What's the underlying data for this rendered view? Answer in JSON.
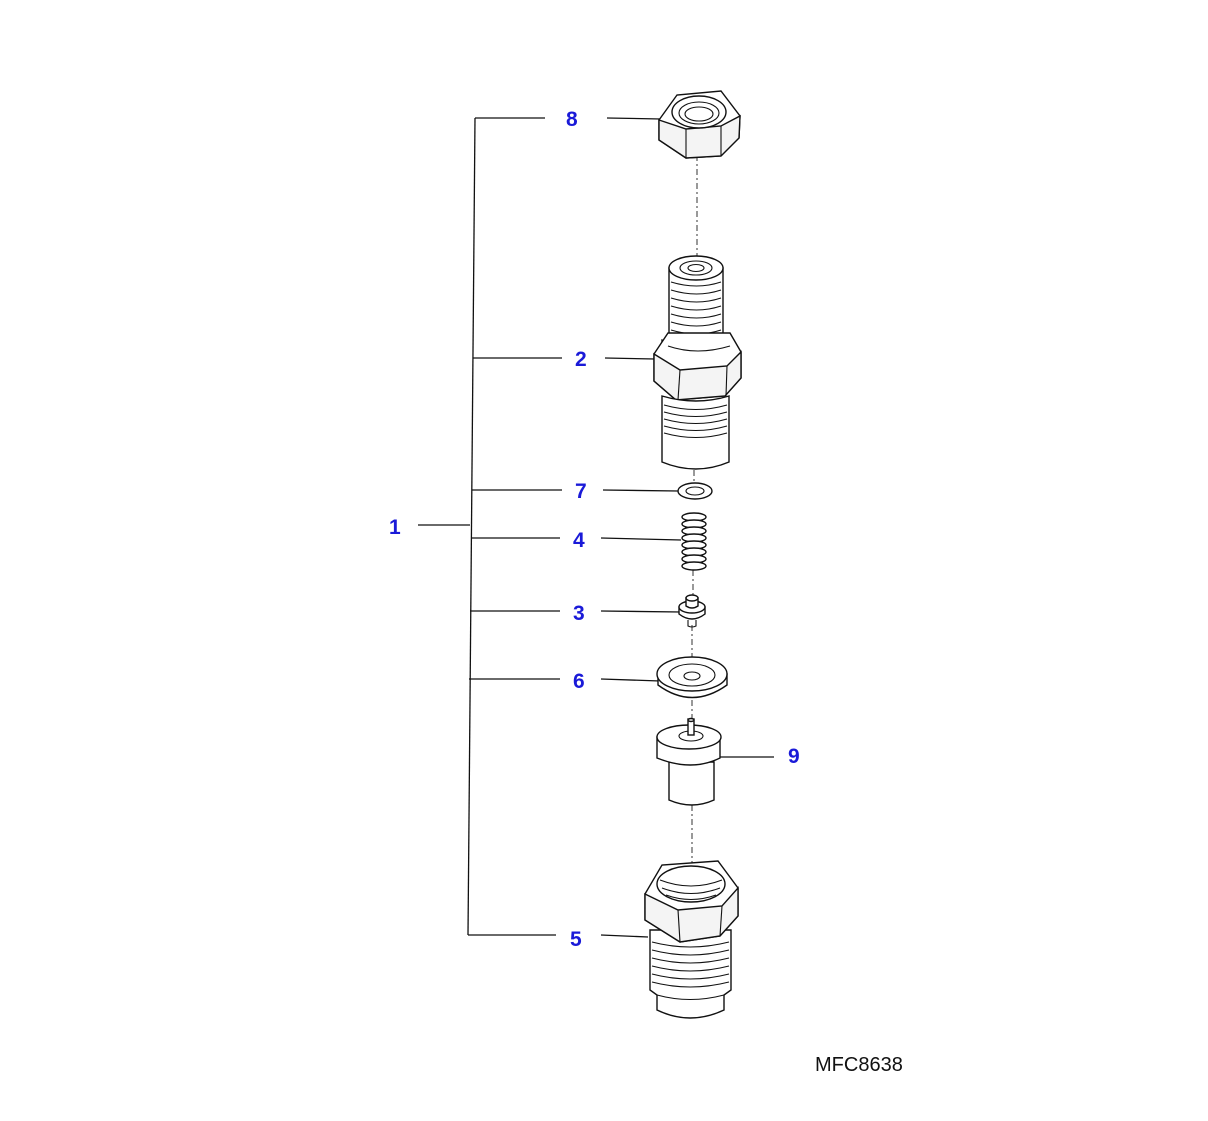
{
  "diagram": {
    "figure_code": "MFC8638",
    "callouts": {
      "assembly": "1",
      "holder": "2",
      "pin": "3",
      "spring": "4",
      "retaining_nut": "5",
      "spacer": "6",
      "washer": "7",
      "cap_nut": "8",
      "nozzle": "9"
    }
  }
}
